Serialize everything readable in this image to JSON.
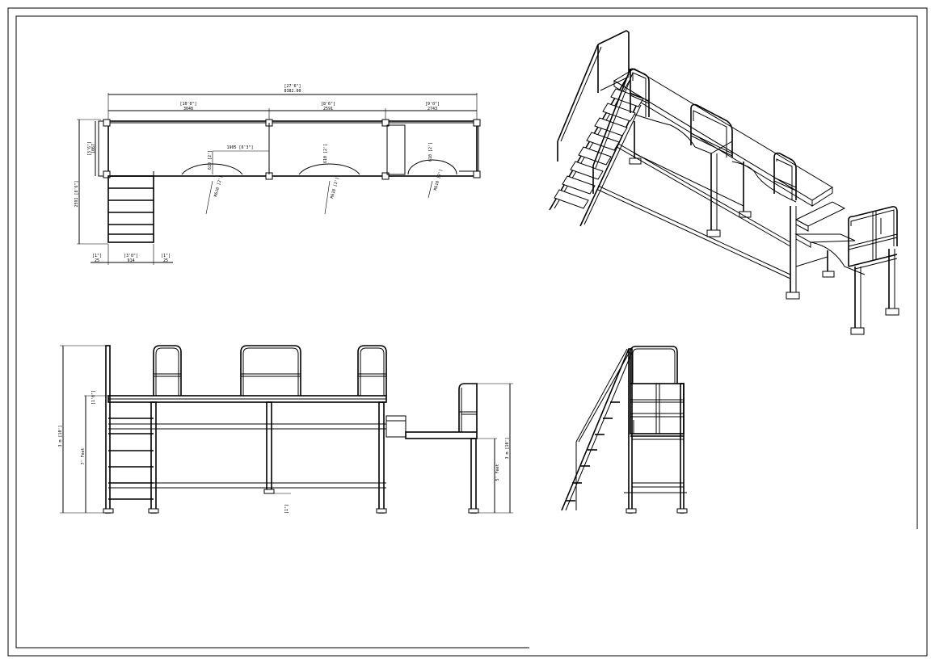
{
  "drawing": {
    "title": "",
    "colors": {
      "line": "#000000",
      "background": "#ffffff"
    }
  },
  "plan_view": {
    "dims_top": {
      "overall_imperial": "[27'6\"]",
      "overall_metric": "8382.00",
      "seg1_imperial": "[10'0\"]",
      "seg1_metric": "3048",
      "seg2_imperial": "[8'6\"]",
      "seg2_metric": "2591",
      "seg3_imperial": "[9'0\"]",
      "seg3_metric": "2743"
    },
    "dims_left": {
      "platform_imperial": "[3'6\"]",
      "platform_metric": "1067",
      "overall": "2591 [8'6\"]"
    },
    "dims_bottom": {
      "left_imperial": "[1\"]",
      "left_metric": "25",
      "stair_imperial": "[3'0\"]",
      "stair_metric": "914",
      "right_imperial": "[1\"]",
      "right_metric": "25"
    },
    "gate_labels": {
      "offset": "1905 [6'3\"]",
      "gate1_width": "610 [2']",
      "gate1_radius": "R610 [2']",
      "gate2_width": "610 [2']",
      "gate2_radius": "R610 [2']",
      "gate3_width": "610 [2']",
      "gate3_radius": "R610 [2']"
    }
  },
  "elevation_view": {
    "left_height": "3 m [10']",
    "left_height_sub": "7' Feet",
    "rail_height": "[1'0\"]",
    "right_height": "3 m [10']",
    "right_height_sub": "5' Feet",
    "post_label": "[1\"]"
  },
  "side_view": {},
  "isometric_view": {}
}
